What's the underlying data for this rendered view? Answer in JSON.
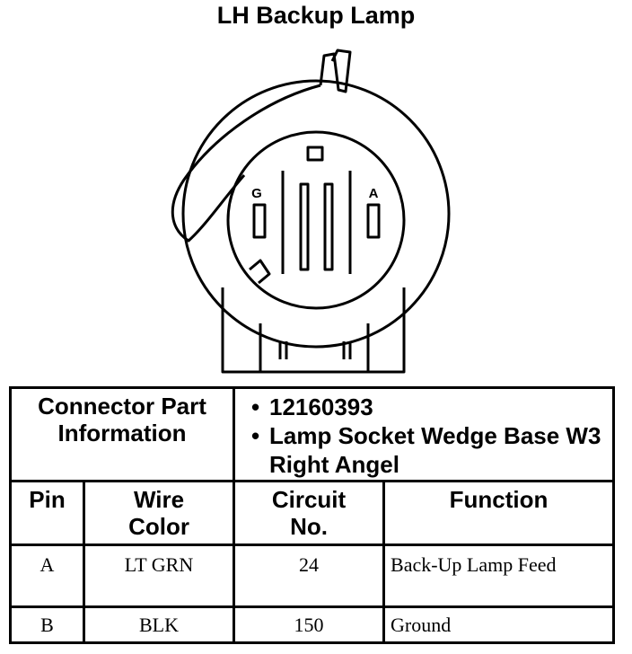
{
  "title": "LH Backup Lamp",
  "connector": {
    "pin_label_left": "G",
    "pin_label_right": "A"
  },
  "table": {
    "part_info_label": "Connector Part Information",
    "part_info_items": [
      "12160393",
      "Lamp Socket Wedge Base W3 Right Angel"
    ],
    "columns": [
      "Pin",
      "Wire Color",
      "Circuit No.",
      "Function"
    ],
    "rows": [
      {
        "pin": "A",
        "wire_color": "LT GRN",
        "circuit": "24",
        "function": "Back-Up Lamp Feed"
      },
      {
        "pin": "B",
        "wire_color": "BLK",
        "circuit": "150",
        "function": "Ground"
      }
    ]
  }
}
